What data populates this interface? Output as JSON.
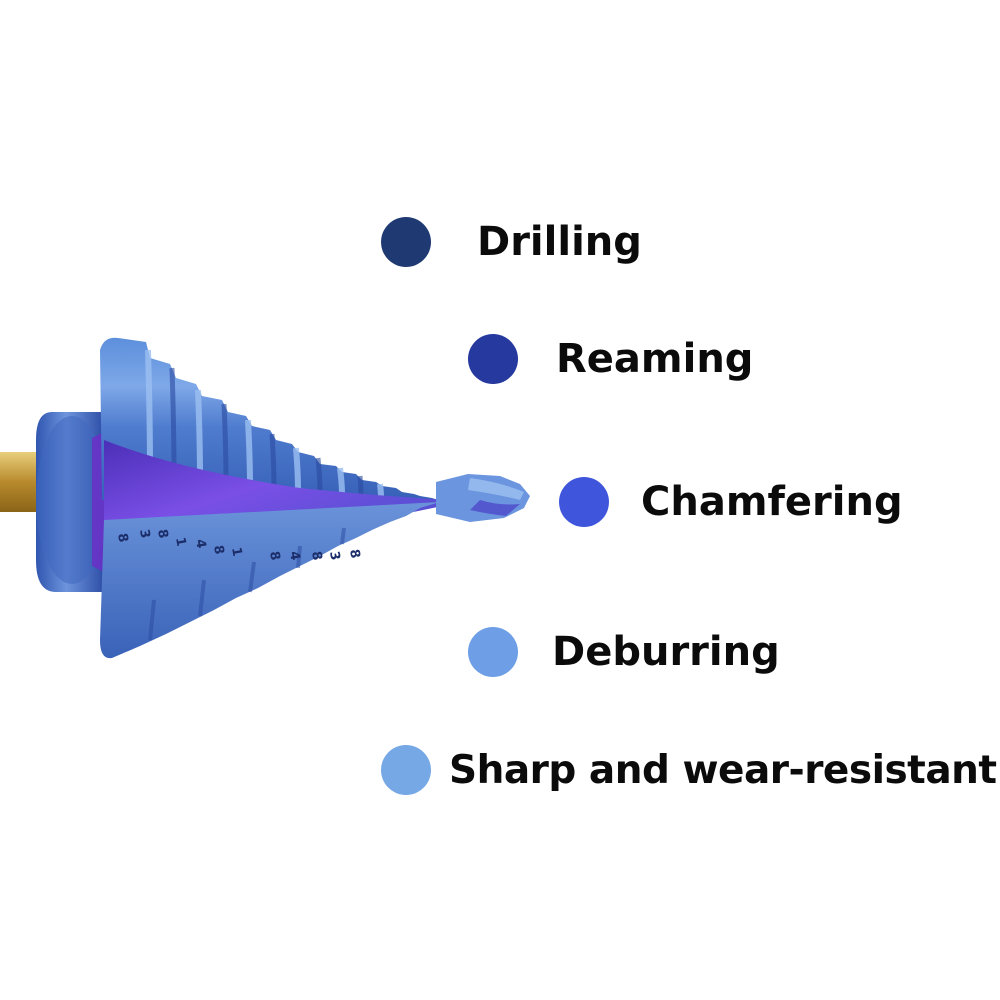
{
  "features": [
    {
      "label": "Drilling",
      "color": "#1f3a72"
    },
    {
      "label": "Reaming",
      "color": "#26399e"
    },
    {
      "label": "Chamfering",
      "color": "#3f56dc"
    },
    {
      "label": "Deburring",
      "color": "#6e9ee6"
    },
    {
      "label": "Sharp and wear-resistant",
      "color": "#77a8e6"
    }
  ],
  "product": {
    "icon": "step-drill-bit-icon",
    "coating_color": "#4a7fd0",
    "flute_color": "#5a3fd8",
    "shank_color": "#c8a24a"
  }
}
